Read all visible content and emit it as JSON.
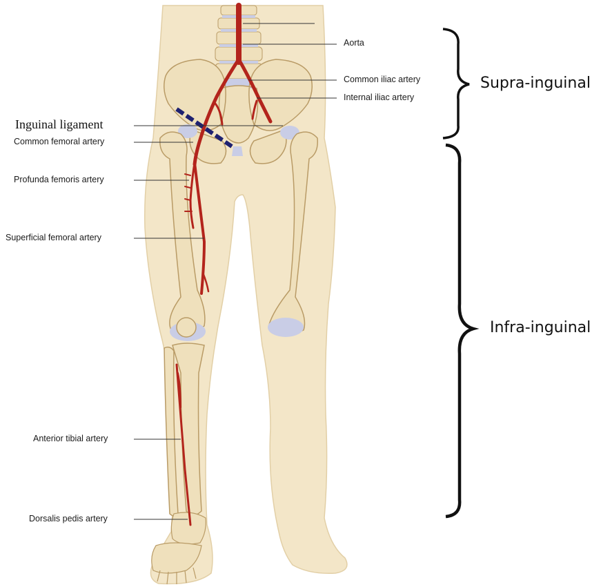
{
  "labels": {
    "aorta": "Aorta",
    "common_iliac": "Common iliac artery",
    "internal_iliac": "Internal iliac artery",
    "inguinal_ligament": "Inguinal ligament",
    "common_femoral": "Common femoral artery",
    "profunda_femoris": "Profunda femoris artery",
    "superficial_femoral": "Superficial femoral artery",
    "anterior_tibial": "Anterior tibial artery",
    "dorsalis_pedis": "Dorsalis pedis artery"
  },
  "regions": {
    "supra": "Supra-inguinal",
    "infra": "Infra-inguinal"
  },
  "colors": {
    "skin": "#f3e6c8",
    "skin_outline": "#e2cfa6",
    "bone": "#efe0bc",
    "bone_outline": "#b99b66",
    "cartilage": "#c9cde6",
    "artery": "#b3241c",
    "ligament": "#1e2170",
    "leader": "#333333"
  }
}
